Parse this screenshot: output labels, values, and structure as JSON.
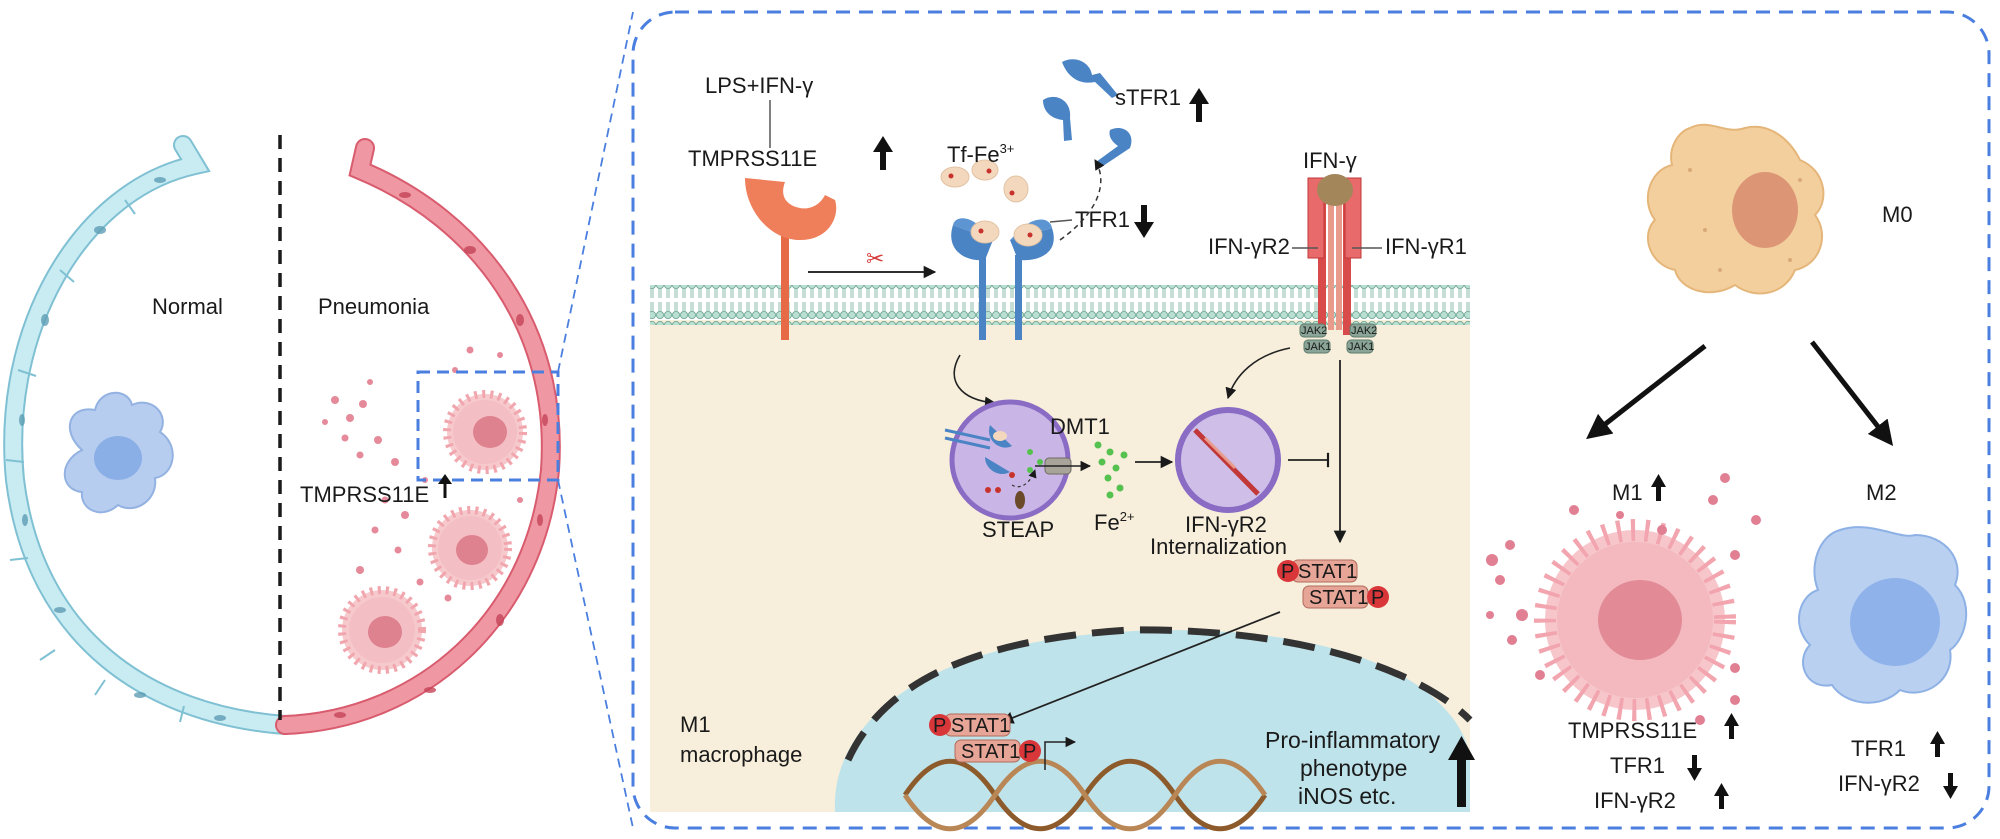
{
  "left_panel": {
    "normal_label": "Normal",
    "pneumonia_label": "Pneumonia",
    "tmprss11e_label": "TMPRSS11E"
  },
  "mechanism": {
    "stimulus_label": "LPS+IFN-γ",
    "tmprss11e_label": "TMPRSS11E",
    "tf_fe_label": "Tf-Fe",
    "tf_fe_charge": "3+",
    "stfr1_label": "sTFR1",
    "tfr1_label": "TFR1",
    "ifng_label": "IFN-γ",
    "ifngr2_label": "IFN-γR2",
    "ifngr1_label": "IFN-γR1",
    "jak2_label": "JAK2",
    "jak1_label": "JAK1",
    "dmt1_label": "DMT1",
    "steap_label": "STEAP",
    "fe_label": "Fe",
    "fe_charge": "2+",
    "internalization_line1": "IFN-γR2",
    "internalization_line2": "Internalization",
    "stat1_label": "STAT1",
    "phospho_label": "P",
    "macrophage_line1": "M1",
    "macrophage_line2": "macrophage",
    "phenotype_line1": "Pro-inflammatory",
    "phenotype_line2": "phenotype",
    "phenotype_line3": "iNOS etc."
  },
  "right_panel": {
    "m0_label": "M0",
    "m1_label": "M1",
    "m2_label": "M2",
    "m1_markers": [
      {
        "name": "TMPRSS11E",
        "direction": "up"
      },
      {
        "name": "TFR1",
        "direction": "down"
      },
      {
        "name": "IFN-γR2",
        "direction": "up"
      }
    ],
    "m2_markers": [
      {
        "name": "TFR1",
        "direction": "up"
      },
      {
        "name": "IFN-γR2",
        "direction": "down"
      }
    ]
  },
  "colors": {
    "normal_epithelium": "#bfe6ef",
    "pneumonia_epithelium": "#ec8d99",
    "m1_cell": "#f1b6bc",
    "m2_cell": "#b7cdef",
    "m0_cell": "#f3cf9e",
    "membrane": "#a7d7c8",
    "cytoplasm": "#f7efdc",
    "nucleus": "#bfe3ea",
    "tmprss11e": "#ec7b58",
    "tfr1": "#4b84c4",
    "ifngr": "#d94a4a",
    "dashed_box": "#4a7fe0",
    "iron": "#55c24f",
    "stat1": "#e7a597"
  }
}
